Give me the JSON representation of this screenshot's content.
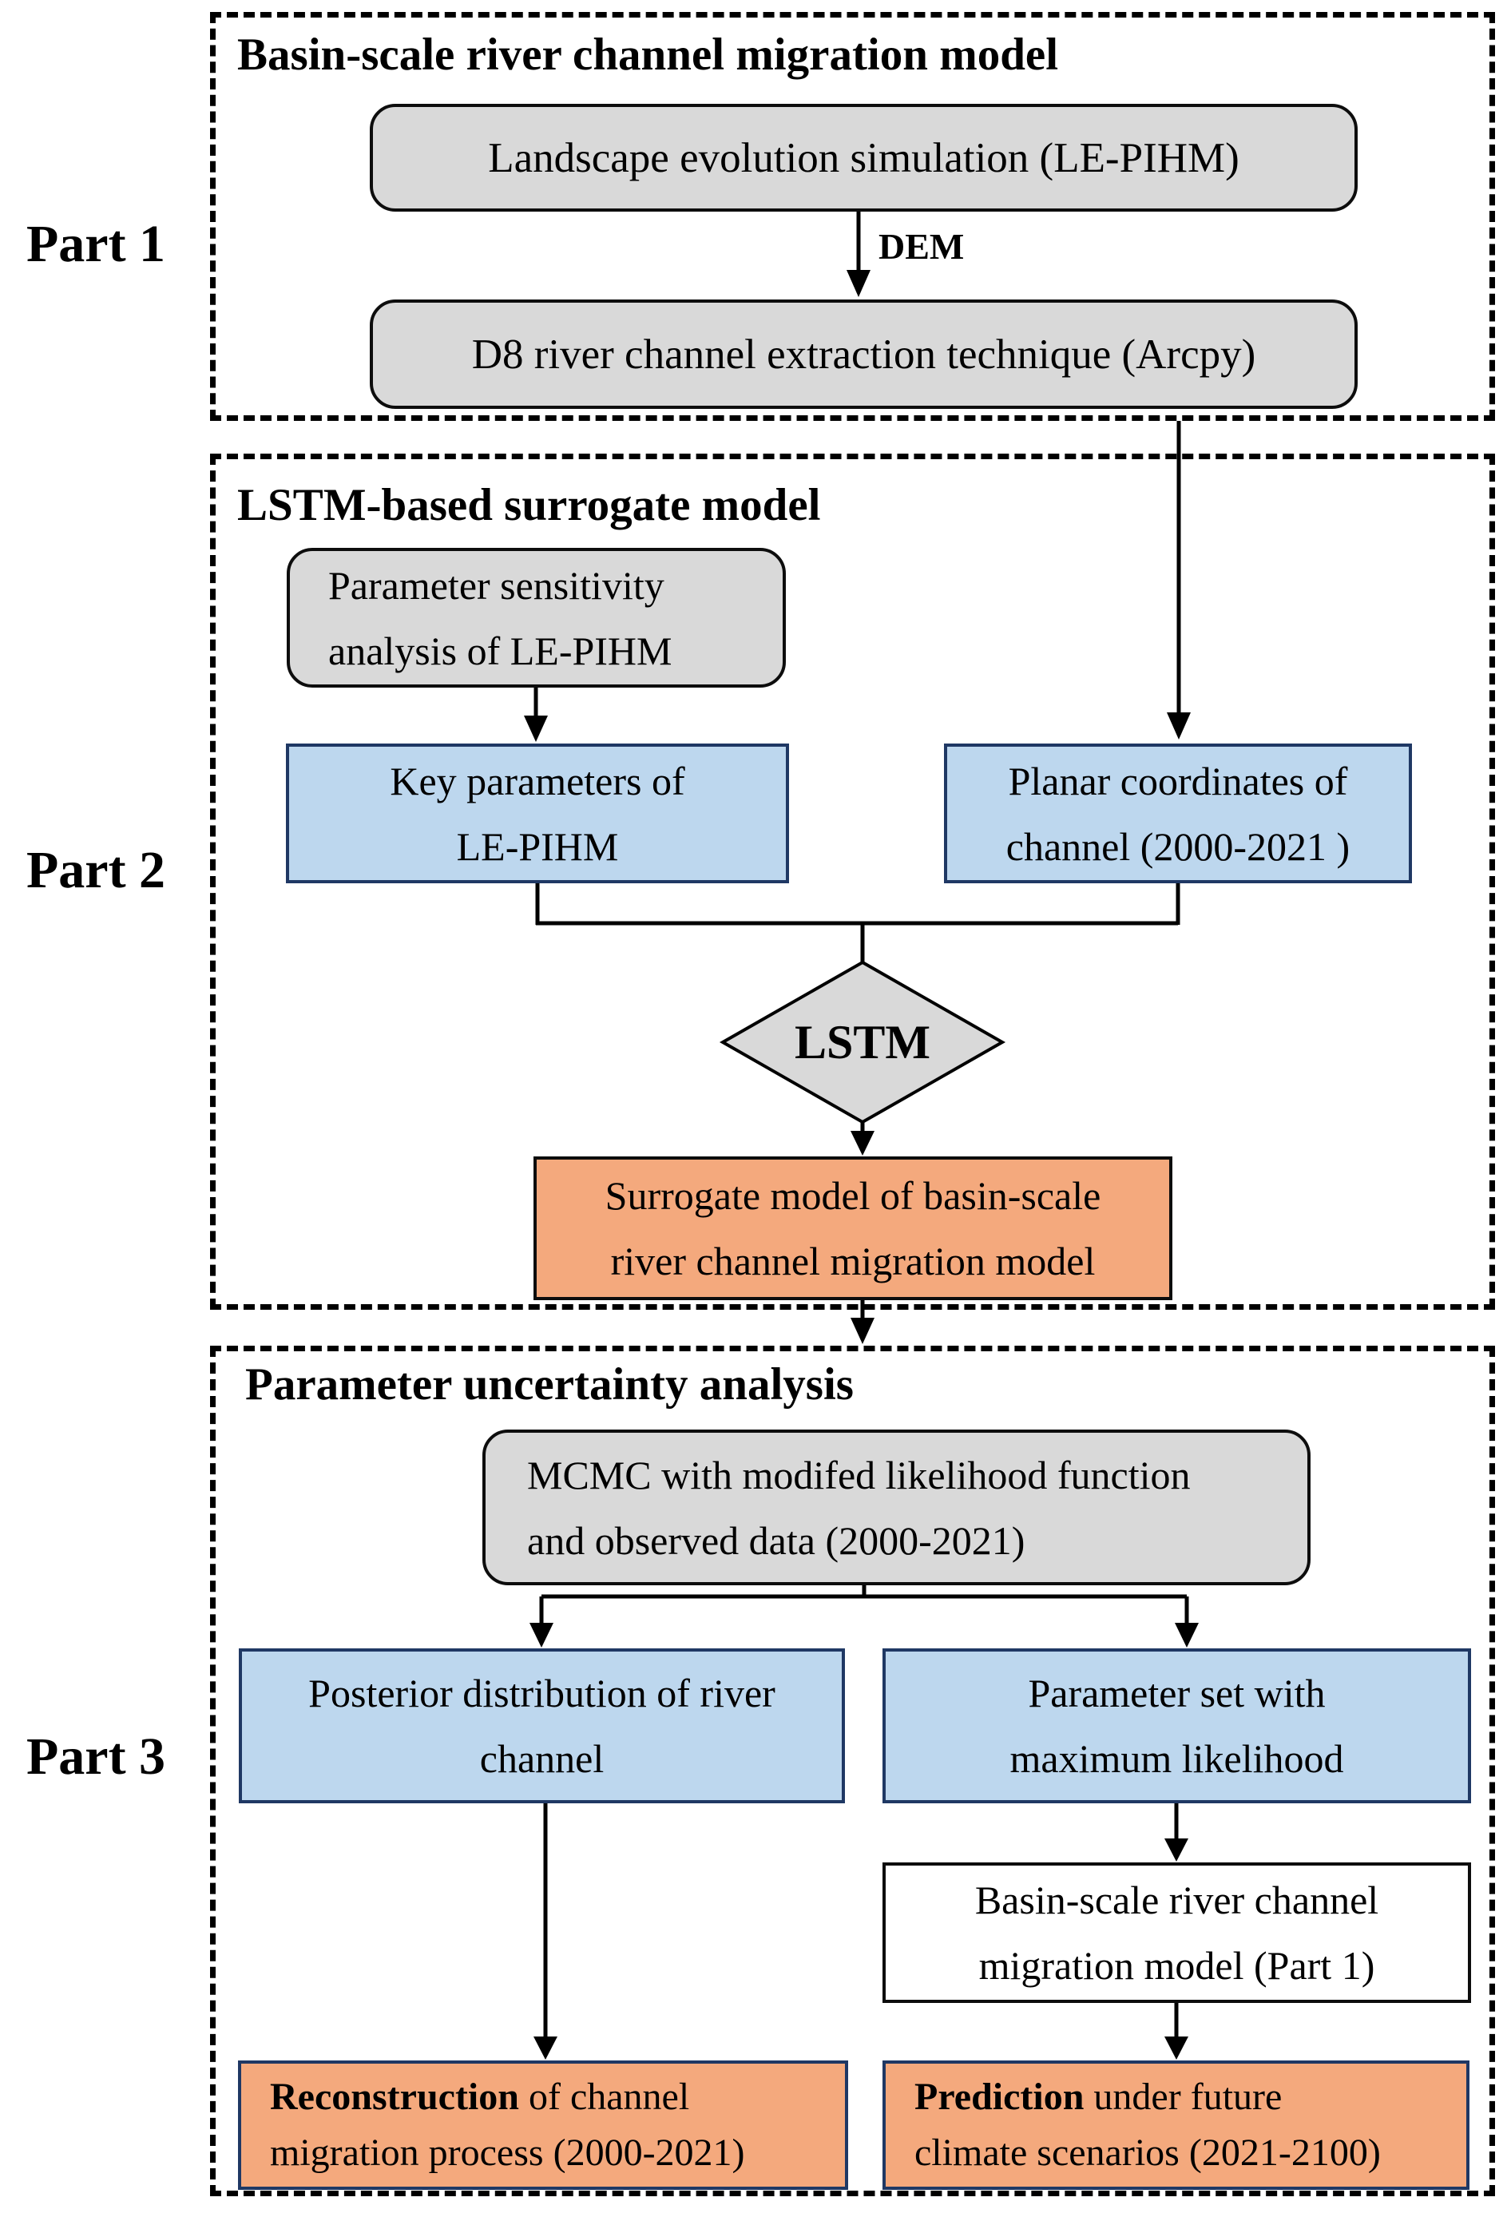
{
  "figure": {
    "parts": [
      {
        "id": "part1",
        "label": "Part 1",
        "title": "Basin-scale river channel migration model"
      },
      {
        "id": "part2",
        "label": "Part 2",
        "title": "LSTM-based surrogate model"
      },
      {
        "id": "part3",
        "label": "Part 3",
        "title": "Parameter uncertainty analysis"
      }
    ]
  },
  "nodes": {
    "landscape": {
      "text": "Landscape evolution simulation (LE-PIHM)"
    },
    "d8": {
      "text": "D8 river channel extraction technique (Arcpy)"
    },
    "sensitivity": {
      "line1": "Parameter sensitivity",
      "line2": "analysis of LE-PIHM"
    },
    "key_params": {
      "line1": "Key parameters of",
      "line2": "LE-PIHM"
    },
    "planar": {
      "line1": "Planar coordinates of",
      "line2": "channel (2000-2021 )"
    },
    "lstm": {
      "text": "LSTM"
    },
    "surrogate": {
      "line1": "Surrogate model of basin-scale",
      "line2": "river channel migration model"
    },
    "mcmc": {
      "line1": "MCMC with modifed likelihood function",
      "line2": "and observed data (2000-2021)"
    },
    "posterior": {
      "line1": "Posterior distribution of river",
      "line2": "channel"
    },
    "param_set": {
      "line1": "Parameter set with",
      "line2": "maximum likelihood"
    },
    "basin_model": {
      "line1": "Basin-scale river channel",
      "line2": "migration model (Part 1)"
    },
    "reconstruction": {
      "bold": "Reconstruction",
      "rest": " of channel",
      "line2": "migration process (2000-2021)"
    },
    "prediction": {
      "bold": "Prediction",
      "rest": " under future",
      "line2": "climate scenarios (2021-2100)"
    }
  },
  "edge_labels": {
    "dem": "DEM"
  },
  "colors": {
    "box_gray": "#d9d9d9",
    "box_blue": "#bdd7ee",
    "box_orange": "#f4a97d",
    "border_navy": "#1f3864",
    "line_black": "#000000"
  }
}
